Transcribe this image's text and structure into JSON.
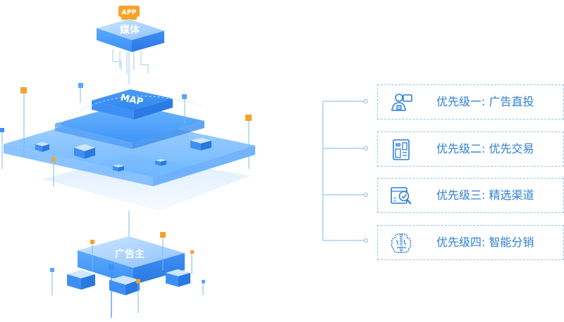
{
  "diagram": {
    "top_badge": "APP",
    "top_block": "媒体",
    "middle_platform": "MAP",
    "bottom_block": "广告主"
  },
  "priorities": [
    {
      "icon": "person-screen-icon",
      "label": "优先级一: 广告直投"
    },
    {
      "icon": "ad-document-icon",
      "label": "优先级二: 优先交易"
    },
    {
      "icon": "magnifier-check-icon",
      "label": "优先级三: 精选渠道"
    },
    {
      "icon": "brain-icon",
      "label": "优先级四: 智能分销"
    }
  ],
  "colors": {
    "primary_blue": "#3d8ff5",
    "light_blue": "#a9d2ff",
    "text_blue": "#2d7fd3",
    "accent_orange": "#f5a32b",
    "dashed_border": "#8fc3ea"
  }
}
